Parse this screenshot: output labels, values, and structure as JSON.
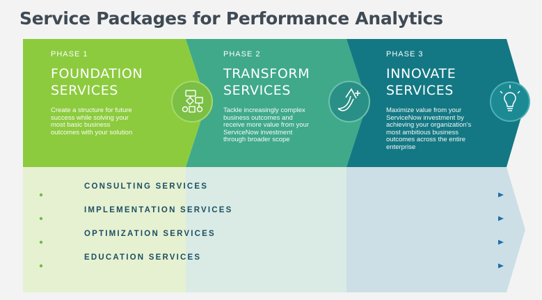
{
  "title": "Service Packages for Performance Analytics",
  "phases": [
    {
      "label": "PHASE 1",
      "title_line1": "FOUNDATION",
      "title_line2": "SERVICES",
      "description": [
        "Create a structure for future",
        "success while solving your",
        "most basic business",
        "outcomes with your solution"
      ],
      "color": "#8ccb3e",
      "icon": "workflow-icon"
    },
    {
      "label": "PHASE 2",
      "title_line1": "TRANSFORM",
      "title_line2": "SERVICES",
      "description": [
        "Tackle increasingly complex",
        "business outcomes and",
        "receive more value from your",
        "ServiceNow investment",
        "through broader scope"
      ],
      "color": "#3fa98a",
      "icon": "growth-arrow-icon"
    },
    {
      "label": "PHASE 3",
      "title_line1": "INNOVATE",
      "title_line2": "SERVICES",
      "description": [
        "Maximize value from your",
        "ServiceNow investment by",
        "achieving your organization's",
        "most ambitious business",
        "outcomes across the entire",
        "enterprise"
      ],
      "color": "#137883",
      "icon": "lightbulb-icon"
    }
  ],
  "services": [
    "CONSULTING SERVICES",
    "IMPLEMENTATION SERVICES",
    "OPTIMIZATION SERVICES",
    "EDUCATION SERVICES"
  ],
  "colors": {
    "title": "#3f4a55",
    "service_label": "#1d4e63",
    "dot_green": "#6dbd45",
    "dot_blue": "#1f6fa8"
  }
}
